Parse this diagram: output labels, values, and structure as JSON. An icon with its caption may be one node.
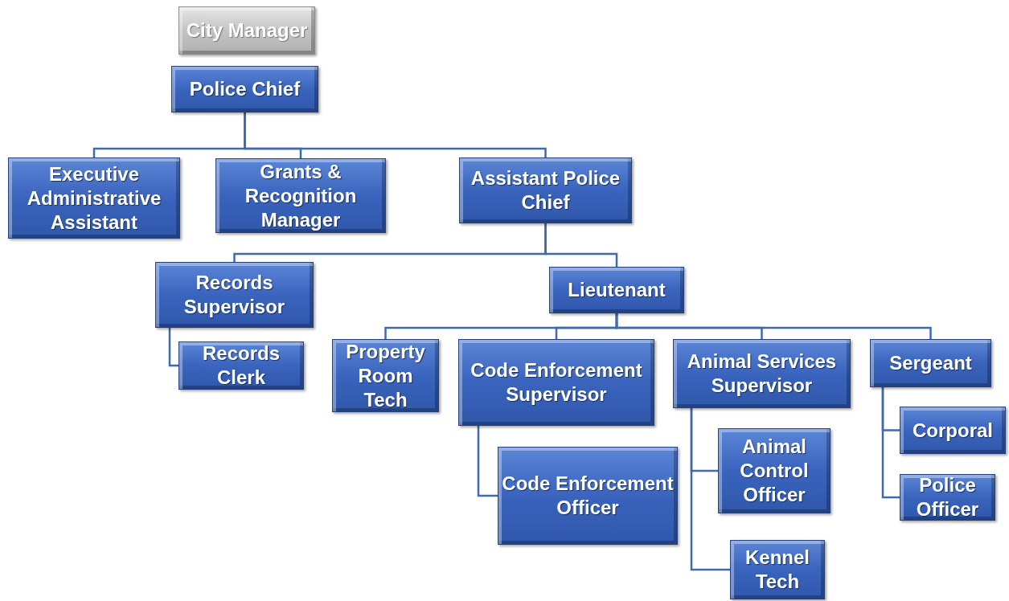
{
  "diagram": {
    "nodes": [
      {
        "text": [
          "City Manager"
        ]
      },
      {
        "text": [
          "Police Chief"
        ]
      },
      {
        "text": [
          "Executive Administrative Assistant"
        ]
      },
      {
        "text": [
          "Grants & Recognition Manager"
        ]
      },
      {
        "text": [
          "Assistant Police Chief"
        ]
      },
      {
        "text": [
          "Records Supervisor"
        ]
      },
      {
        "text": [
          "Lieutenant"
        ]
      },
      {
        "text": [
          "Records Clerk"
        ]
      },
      {
        "text": [
          "Property Room Tech"
        ]
      },
      {
        "text": [
          "Code Enforcement Supervisor"
        ]
      },
      {
        "text": [
          "Animal Services Supervisor"
        ]
      },
      {
        "text": [
          "Sergeant"
        ]
      },
      {
        "text": [
          "Code Enforcement Officer"
        ]
      },
      {
        "text": [
          "Animal Control Officer"
        ]
      },
      {
        "text": [
          "Kennel Tech"
        ]
      },
      {
        "text": [
          "Corporal"
        ]
      },
      {
        "text": [
          "Police Officer"
        ]
      }
    ],
    "edges": [
      {
        "from": 1,
        "to": 2,
        "arrow": "none"
      },
      {
        "from": 1,
        "to": 3,
        "arrow": "none"
      },
      {
        "from": 1,
        "to": 4,
        "arrow": "none"
      },
      {
        "from": 4,
        "to": 5,
        "arrow": "none"
      },
      {
        "from": 4,
        "to": 6,
        "arrow": "none"
      },
      {
        "from": 5,
        "to": 7,
        "arrow": "none"
      },
      {
        "from": 6,
        "to": 8,
        "arrow": "none"
      },
      {
        "from": 6,
        "to": 9,
        "arrow": "none"
      },
      {
        "from": 6,
        "to": 10,
        "arrow": "none"
      },
      {
        "from": 6,
        "to": 11,
        "arrow": "none"
      },
      {
        "from": 9,
        "to": 12,
        "arrow": "none"
      },
      {
        "from": 10,
        "to": 13,
        "arrow": "none"
      },
      {
        "from": 10,
        "to": 14,
        "arrow": "none"
      },
      {
        "from": 11,
        "to": 15,
        "arrow": "none"
      },
      {
        "from": 11,
        "to": 16,
        "arrow": "none"
      }
    ]
  }
}
